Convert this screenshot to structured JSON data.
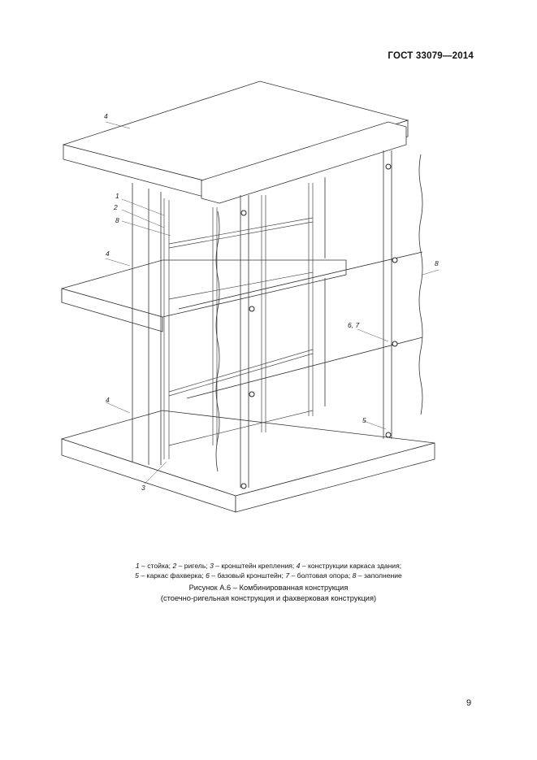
{
  "header": {
    "standard": "ГОСТ 33079—2014"
  },
  "figure": {
    "callouts": {
      "c1": "1",
      "c2": "2",
      "c8a": "8",
      "c3": "3",
      "c4a": "4",
      "c4b": "4",
      "c4c": "4",
      "c5": "5",
      "c67": "6, 7",
      "c8b": "8"
    }
  },
  "legend": {
    "line1": [
      {
        "num": "1",
        "text": " – стойка; "
      },
      {
        "num": "2",
        "text": " – ригель; "
      },
      {
        "num": "3",
        "text": " – кронштейн крепления; "
      },
      {
        "num": "4",
        "text": " – конструкции каркаса здания;"
      }
    ],
    "line2": [
      {
        "num": "5",
        "text": " – каркас фахверка; "
      },
      {
        "num": "6",
        "text": " – базовый кронштейн; "
      },
      {
        "num": "7",
        "text": " – болтовая опора; "
      },
      {
        "num": "8",
        "text": " – заполнение"
      }
    ]
  },
  "caption": {
    "title": "Рисунок А.6 – Комбинированная конструкция",
    "subtitle": "(стоечно-ригельная конструкция и фахверковая конструкция)"
  },
  "page_number": "9"
}
